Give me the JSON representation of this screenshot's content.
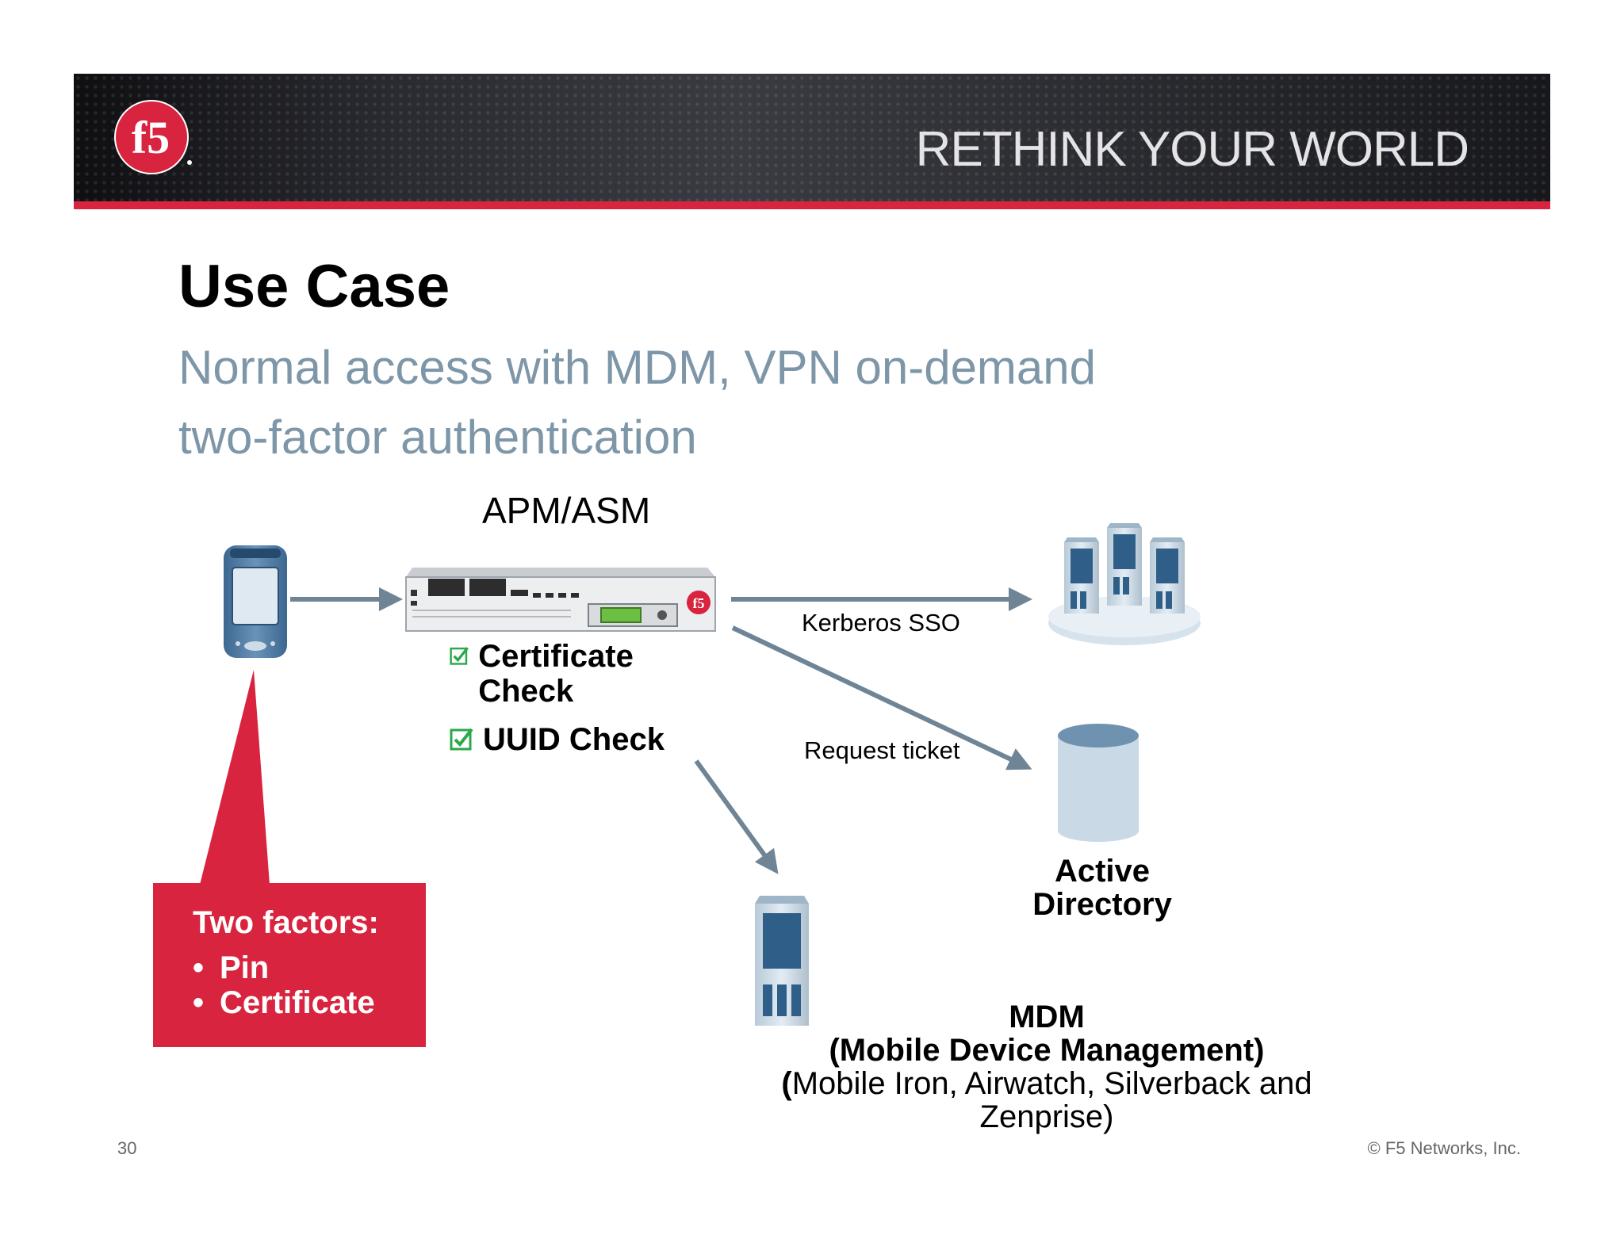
{
  "header": {
    "tagline": "RETHINK YOUR WORLD",
    "logo_text": "f5"
  },
  "slide": {
    "title": "Use Case",
    "subtitle_line1": "Normal access with MDM, VPN on-demand",
    "subtitle_line2": "two-factor authentication"
  },
  "diagram": {
    "apm_label": "APM/ASM",
    "checks": [
      "Certificate Check",
      "UUID Check"
    ],
    "kerberos_label": "Kerberos SSO",
    "request_label": "Request ticket",
    "active_directory_label": "Active Directory",
    "mdm_title": "MDM",
    "mdm_subtitle": "(Mobile Device Management)",
    "mdm_detail_open": "(",
    "mdm_detail": "Mobile Iron, Airwatch, Silverback and Zenprise)",
    "callout": {
      "title": "Two factors:",
      "items": [
        "Pin",
        "Certificate"
      ]
    }
  },
  "footer": {
    "page_number": "30",
    "copyright": "© F5 Networks, Inc."
  },
  "colors": {
    "brand_red": "#d8243f",
    "arrow": "#6f8596",
    "subtitle": "#7d96a8",
    "check_green": "#2aa84a"
  }
}
